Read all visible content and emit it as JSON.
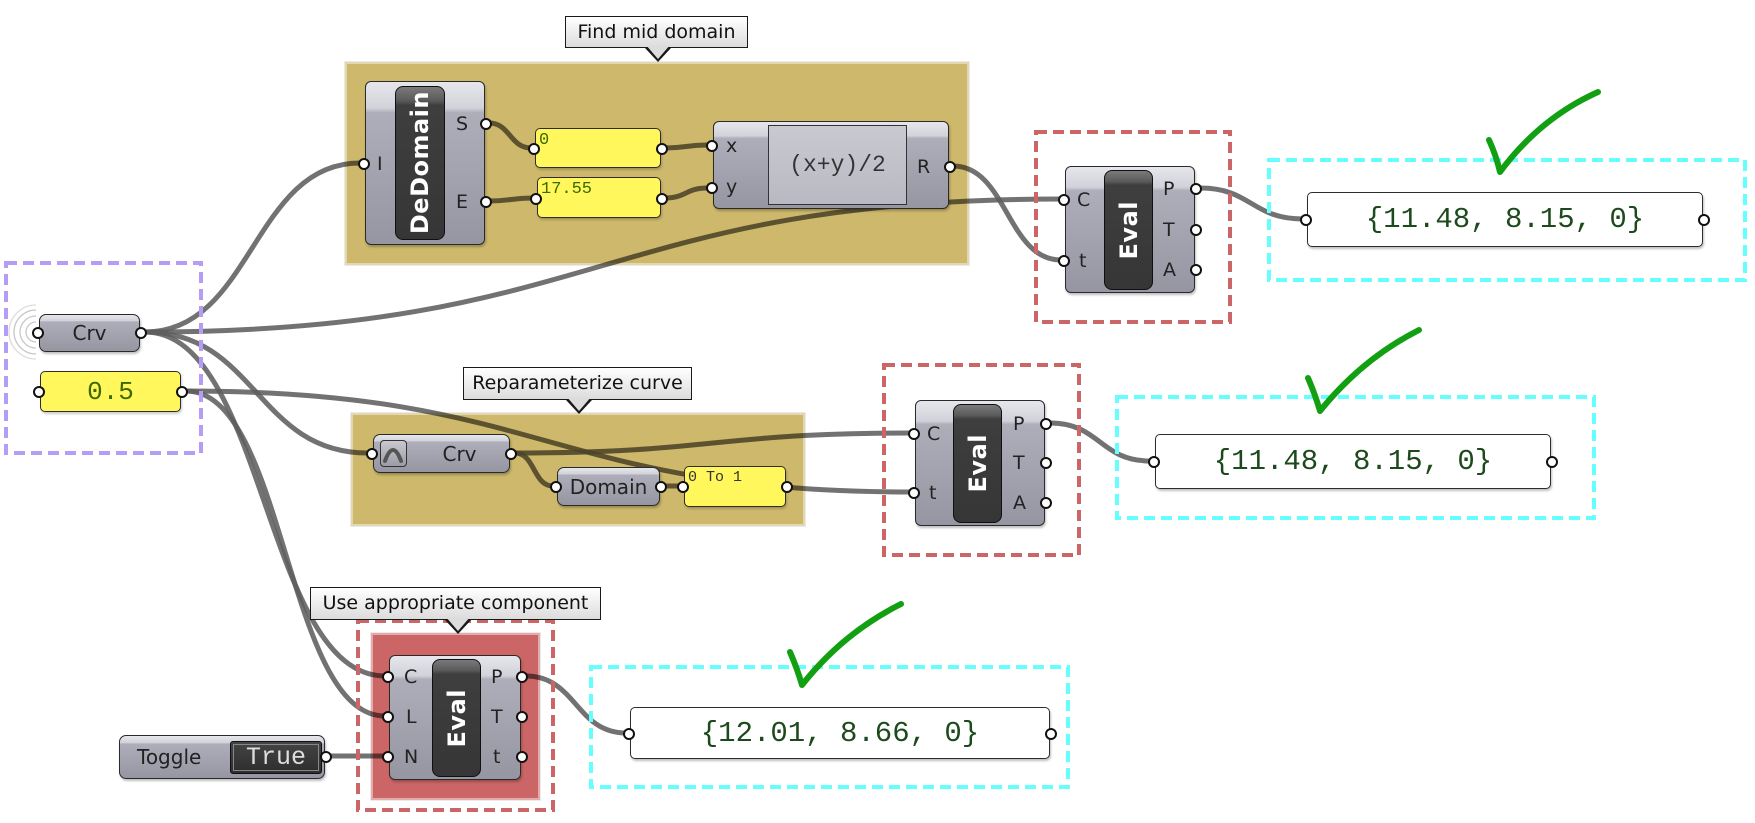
{
  "canvas": {
    "inputs": {
      "curve_param": {
        "label": "Crv"
      },
      "number_panel": {
        "value": "0.5"
      }
    }
  },
  "find_mid_domain": {
    "bubble": "Find mid domain",
    "dedomain": {
      "nickname": "DeDomain",
      "inputs": [
        "I"
      ],
      "outputs": [
        "S",
        "E"
      ]
    },
    "panel_start": "0",
    "panel_end": "17.55",
    "expression": {
      "formula": "(x+y)/2",
      "inputs": [
        "x",
        "y"
      ],
      "outputs": [
        "R"
      ]
    }
  },
  "eval_top": {
    "nickname": "Eval",
    "inputs": [
      "C",
      "t"
    ],
    "outputs": [
      "P",
      "T",
      "A"
    ],
    "result": "{11.48, 8.15, 0}"
  },
  "reparameterize": {
    "bubble": "Reparameterize curve",
    "curve_param": {
      "label": "Crv",
      "icon": "curve-arch-icon"
    },
    "domain": {
      "nickname": "Domain"
    },
    "domain_panel": "0 To 1"
  },
  "eval_middle": {
    "nickname": "Eval",
    "inputs": [
      "C",
      "t"
    ],
    "outputs": [
      "P",
      "T",
      "A"
    ],
    "result": "{11.48, 8.15, 0}"
  },
  "evaluate_length": {
    "bubble": "Use appropriate component",
    "nickname": "Eval",
    "inputs": [
      "C",
      "L",
      "N"
    ],
    "outputs": [
      "P",
      "T",
      "t"
    ],
    "toggle": {
      "label": "Toggle",
      "value": "True"
    },
    "result": "{12.01, 8.66, 0}"
  },
  "annotations": {
    "checkmarks": 3,
    "colors": {
      "group_gold": "#CDB86B",
      "group_red": "#CC6666",
      "selection_purple": "#B39DF7",
      "highlight_red": "#CC6666",
      "result_cyan": "#66FFFF",
      "check_green": "#12A012",
      "panel_yellow": "#FFF75C"
    }
  }
}
